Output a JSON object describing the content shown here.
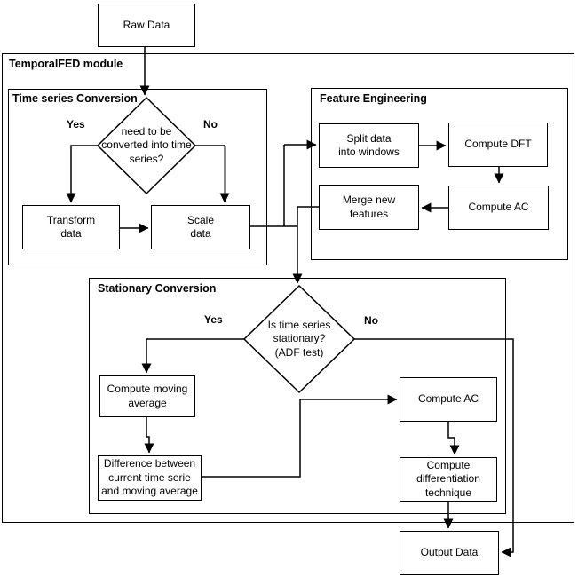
{
  "diagram": {
    "module_title": "TemporalFED module",
    "sections": {
      "time_series_conversion": {
        "title": "Time series Conversion"
      },
      "feature_engineering": {
        "title": "Feature Engineering"
      },
      "stationary_conversion": {
        "title": "Stationary Conversion"
      }
    },
    "nodes": {
      "raw_data": {
        "label": "Raw Data"
      },
      "transform_data": {
        "label": "Transform\ndata"
      },
      "scale_data": {
        "label": "Scale\ndata"
      },
      "split_data": {
        "label": "Split data\ninto windows"
      },
      "compute_dft": {
        "label": "Compute DFT"
      },
      "compute_ac_fe": {
        "label": "Compute AC"
      },
      "merge_features": {
        "label": "Merge new\nfeatures"
      },
      "compute_moving_average": {
        "label": "Compute moving\naverage"
      },
      "difference": {
        "label": "Difference between\ncurrent time serie\nand moving average"
      },
      "compute_ac_stationary": {
        "label": "Compute AC"
      },
      "compute_diff_technique": {
        "label": "Compute\ndifferentiation\ntechnique"
      },
      "output_data": {
        "label": "Output Data"
      }
    },
    "decisions": {
      "needs_conversion": {
        "label": "need to be\nconverted into time\nseries?",
        "yes_label": "Yes",
        "no_label": "No"
      },
      "is_stationary": {
        "label": "Is time series\nstationary?\n(ADF test)",
        "yes_label": "Yes",
        "no_label": "No"
      }
    },
    "colors": {
      "line": "#000000",
      "gray_line": "#888888",
      "box_fill": "#ffffff",
      "background": "#ffffff",
      "text": "#000000"
    }
  }
}
